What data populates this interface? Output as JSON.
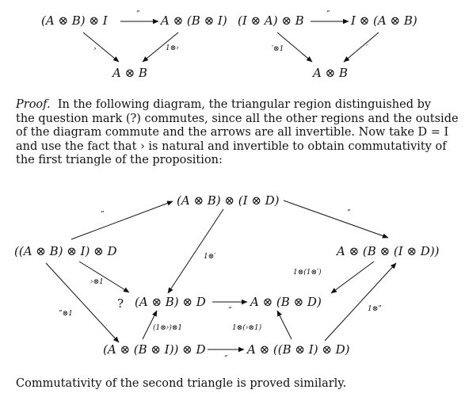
{
  "triangle_left": {
    "top_left": "(A ⊗ B) ⊗ I",
    "top_right": "A ⊗ (B ⊗ I)",
    "bottom": "A ⊗ B",
    "arrow_top": "”",
    "arrow_left": "›",
    "arrow_right": "1⊗›"
  },
  "triangle_right": {
    "top_left": "(I ⊗ A) ⊗ B",
    "top_right": "I ⊗ (A ⊗ B)",
    "bottom": "A ⊗ B",
    "arrow_top": "”",
    "arrow_left": "′⊗1",
    "arrow_right": "′"
  },
  "proof": {
    "label": "Proof.",
    "line1": "In the following diagram, the triangular region distinguished by",
    "line2": "the question mark (?) commutes, since all the other regions and the outside",
    "line3": "of the diagram commute and the arrows are all invertible. Now take D = I",
    "line4": "and use the fact that › is natural and invertible to obtain commutativity of",
    "line5": "the first triangle of the proposition:"
  },
  "big_diagram": {
    "top": "(A ⊗ B) ⊗ (I ⊗ D)",
    "left": "((A ⊗ B) ⊗ I) ⊗ D",
    "right": "A ⊗ (B ⊗ (I ⊗ D))",
    "center_left": "(A ⊗ B) ⊗ D",
    "center_right": "A ⊗ (B ⊗ D)",
    "bottom_left": "(A ⊗ (B ⊗ I)) ⊗ D",
    "bottom_right": "A ⊗ ((B ⊗ I) ⊗ D)",
    "question": "?",
    "lbl_top_left": "”",
    "lbl_top_right": "”",
    "lbl_diag_top": "1⊗′",
    "lbl_right_down": "1⊗(1⊗′)",
    "lbl_left_center": "›⊗1",
    "lbl_left_bottom": "”⊗1",
    "lbl_center": "”",
    "lbl_bottom_up_left": "(1⊗›)⊗1",
    "lbl_bottom_up_right": "1⊗(›⊗1)",
    "lbl_bottom": "”",
    "lbl_right_up": "1⊗”"
  },
  "footer": "Commutativity of the second triangle is proved similarly."
}
